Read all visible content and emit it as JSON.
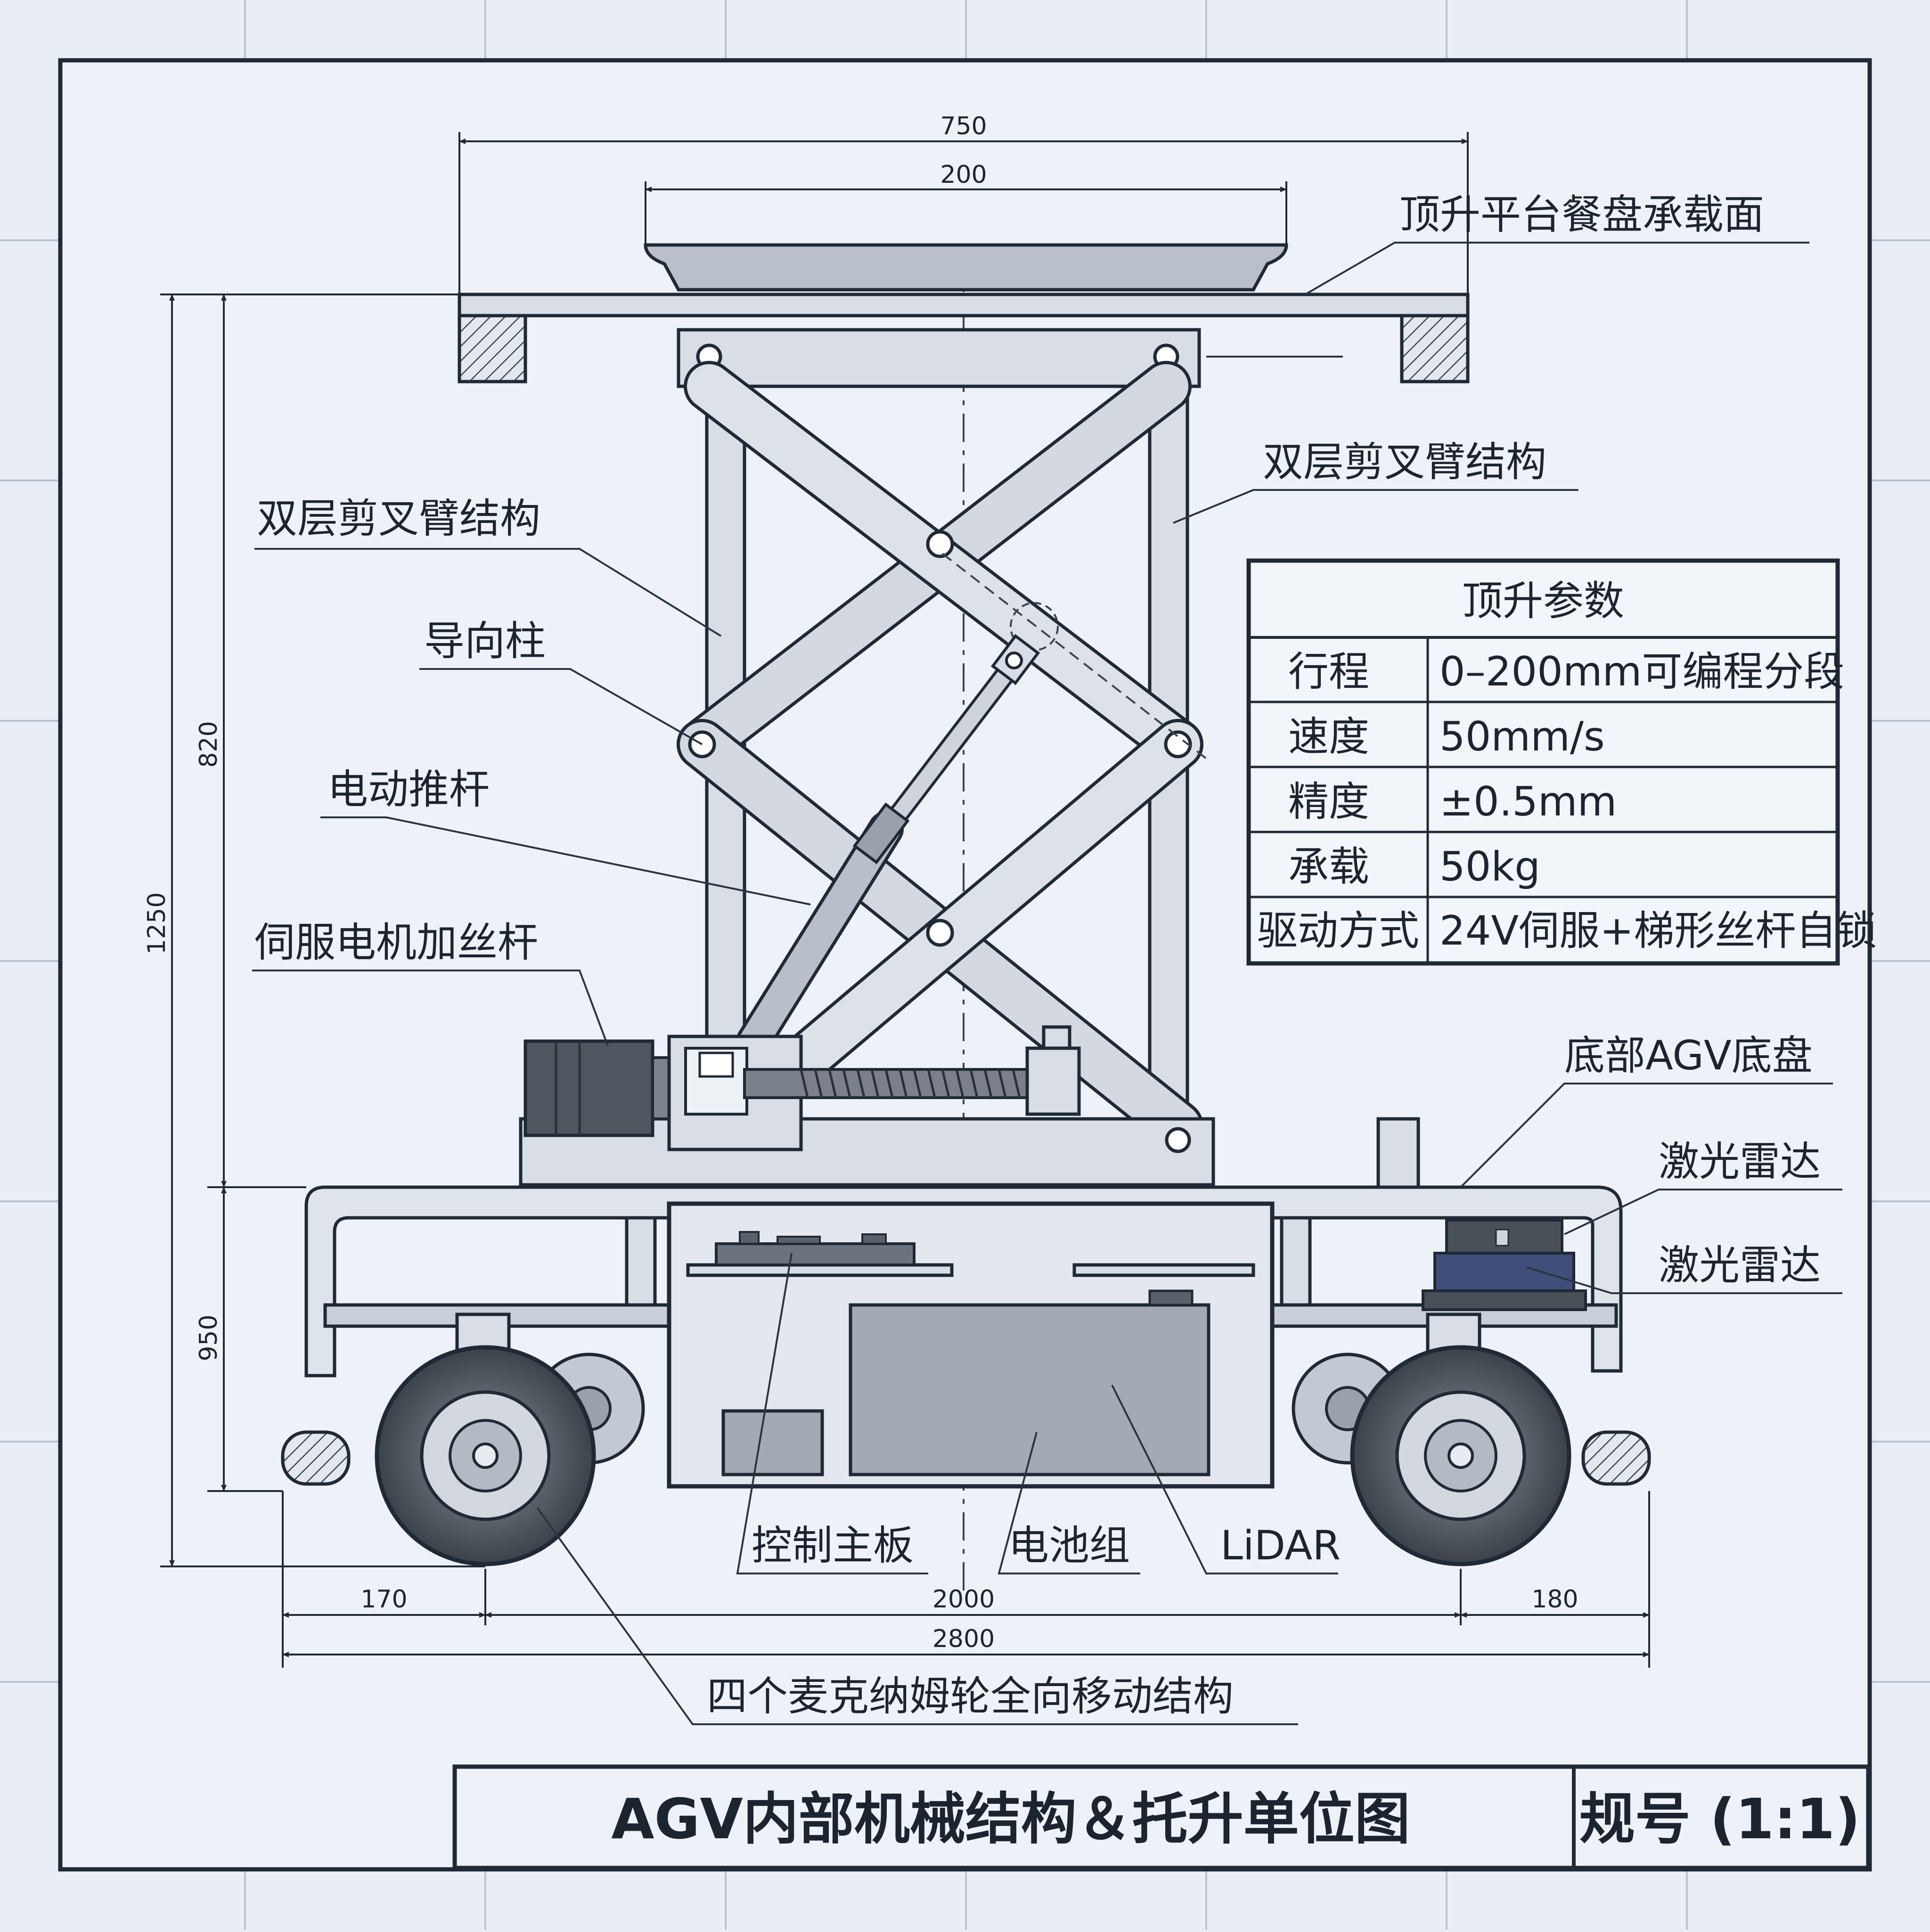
{
  "title": "AGV内部机械结构＆托升单位图",
  "scale": "规号 (1:1)",
  "labels": {
    "platform": "顶升平台餐盘承载面",
    "scissor_right": "双层剪叉臂结构",
    "scissor_left": "双层剪叉臂结构",
    "guide_column": "导向柱",
    "actuator": "电动推杆",
    "servo_screw": "伺服电机加丝杆",
    "chassis": "底部AGV底盘",
    "lidar_1": "激光雷达",
    "lidar_2": "激光雷达",
    "control_board": "控制主板",
    "battery": "电池组",
    "lidar_en": "LiDAR",
    "mecanum": "四个麦克纳姆轮全向移动结构"
  },
  "dimensions": {
    "top_width": "750",
    "tray_width": "200",
    "lift_height": "820",
    "total_height": "1250",
    "chassis_height": "950",
    "left_offset": "170",
    "wheelbase": "2000",
    "right_offset": "180",
    "total_length": "2800"
  },
  "param_table": {
    "header": "顶升参数",
    "rows": [
      {
        "key": "行程",
        "value": "0–200mm可编程分段"
      },
      {
        "key": "速度",
        "value": "50mm/s"
      },
      {
        "key": "精度",
        "value": "±0.5mm"
      },
      {
        "key": "承载",
        "value": "50kg"
      },
      {
        "key": "驱动方式",
        "value": "24V伺服+梯形丝杆自锁"
      }
    ]
  },
  "colors": {
    "background": "#e9eef6",
    "line": "#1f2a36",
    "metal": "#d9dee6",
    "dark_part": "#4f565f"
  }
}
